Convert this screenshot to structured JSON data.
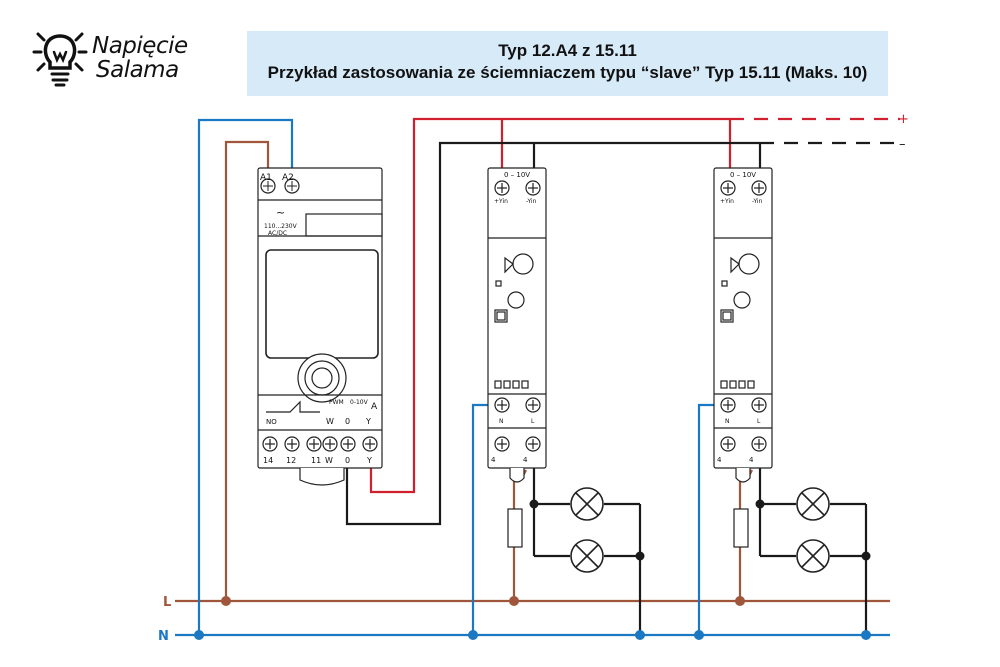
{
  "header": {
    "logo_line1": "Napięcie",
    "logo_line2": "Salama",
    "title": "Typ 12.A4 z 15.11",
    "subtitle": "Przykład zastosowania ze ściemniaczem typu “slave” Typ 15.11 (Maks. 10)"
  },
  "timer": {
    "term_a1": "A1",
    "term_a2": "A2",
    "voltage_l1": "110...230V",
    "voltage_l2": "AC/DC",
    "label_no": "NO",
    "label_pwm": "PWM",
    "label_010": "0-10V",
    "label_a": "A",
    "label_w_top": "W",
    "label_0_top": "0",
    "label_y_top": "Y",
    "term_14": "14",
    "term_12": "12",
    "term_11": "11",
    "term_w": "W",
    "term_0": "0",
    "term_y": "Y"
  },
  "dimmer": {
    "label_010": "0 – 10V",
    "term_plus_yin": "+Yin",
    "term_minus_yin": "-Yin",
    "term_n": "N",
    "term_l": "L",
    "term_4": "4"
  },
  "lines": {
    "plus": "+",
    "minus": "–",
    "l": "L",
    "n": "N"
  },
  "colors": {
    "live": "#a0563b",
    "neutral": "#1b78c2",
    "signal_plus": "#d0202e",
    "signal_minus": "#1a1a1a",
    "title_bg": "#d7eaf8"
  }
}
